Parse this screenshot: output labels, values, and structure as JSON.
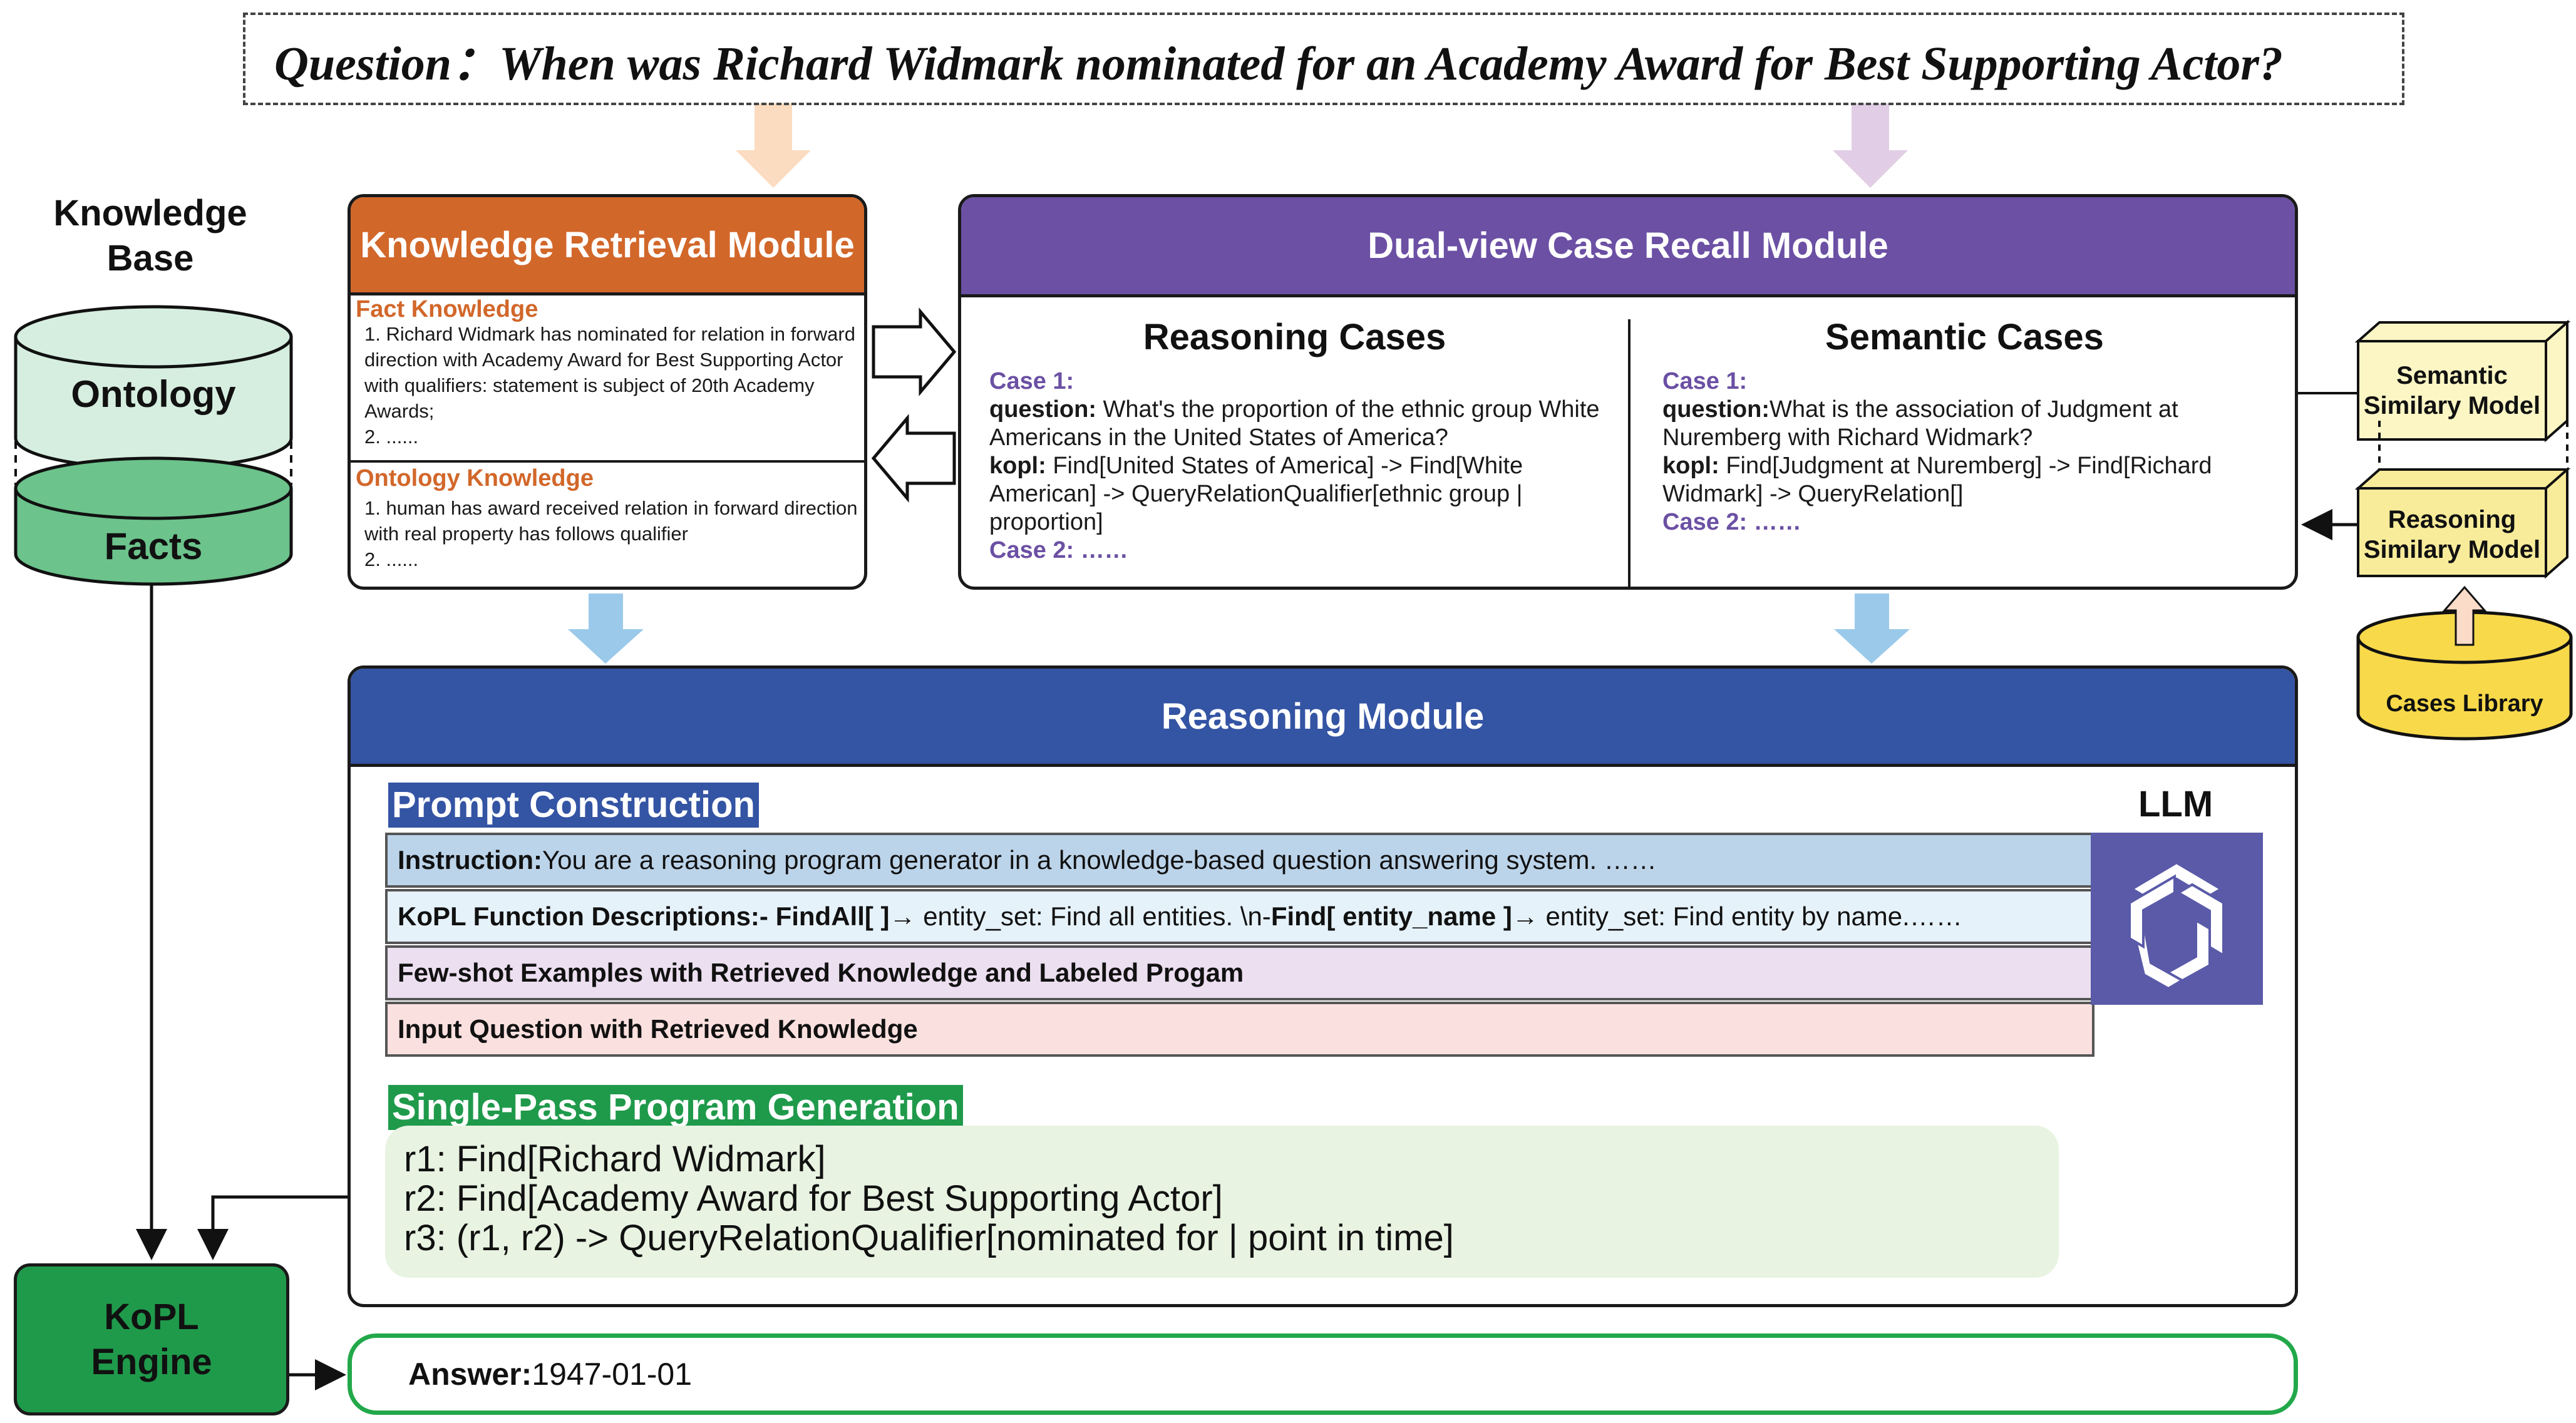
{
  "question": "Question：When was Richard Widmark nominated for an Academy Award for Best Supporting Actor?",
  "knowledge_base": {
    "title_line1": "Knowledge",
    "title_line2": "Base",
    "ontology": "Ontology",
    "facts": "Facts"
  },
  "knowledge_retrieval": {
    "title": "Knowledge Retrieval Module",
    "fact_title": "Fact Knowledge",
    "fact_1": "1. Richard Widmark has nominated for relation in forward direction with Academy Award for Best Supporting Actor with qualifiers: statement is subject of 20th Academy Awards;",
    "fact_2": "2. ......",
    "ontology_title": "Ontology Knowledge",
    "ontology_1": "1. human has award received relation in forward direction with real property has follows qualifier",
    "ontology_2": "2. ......"
  },
  "dual_view": {
    "title": "Dual-view Case Recall Module",
    "reasoning": {
      "title": "Reasoning Cases",
      "case1_label": "Case 1:",
      "question_label": "question:",
      "question_text": " What's the proportion of the ethnic group White Americans in the United States of America?",
      "kopl_label": "kopl:",
      "kopl_text": " Find[United States of America] -> Find[White American] -> QueryRelationQualifier[ethnic group | proportion]",
      "case2_label": "Case 2: ……"
    },
    "semantic": {
      "title": "Semantic Cases",
      "case1_label": "Case 1:",
      "question_label": "question:",
      "question_text": "What is the association of Judgment at Nuremberg with Richard Widmark?",
      "kopl_label": "kopl:",
      "kopl_text": " Find[Judgment at Nuremberg] -> Find[Richard Widmark] -> QueryRelation[]",
      "case2_label": "Case 2: ……"
    }
  },
  "side": {
    "semantic_model_line1": "Semantic",
    "semantic_model_line2": "Similary Model",
    "reasoning_model_line1": "Reasoning",
    "reasoning_model_line2": "Similary Model",
    "cases_library": "Cases Library"
  },
  "reasoning_module": {
    "title": "Reasoning Module",
    "prompt_construction": "Prompt Construction",
    "instruction_label": "Instruction:",
    "instruction_text": " You are a reasoning program generator in a knowledge-based question answering system. ……",
    "kopl_desc_label": "KoPL Function Descriptions:",
    "kopl_desc_part1": " - FindAll[ ]",
    "kopl_desc_part2": " → entity_set: Find all entities. \\n- ",
    "kopl_desc_part3": "Find[ entity_name ]",
    "kopl_desc_part4": " → entity_set: Find entity by name.……",
    "few_shot": "Few-shot Examples with Retrieved Knowledge and Labeled Progam",
    "input_question": "Input Question with Retrieved Knowledge",
    "single_pass": "Single-Pass Program Generation",
    "llm_label": "LLM",
    "program": [
      "r1: Find[Richard Widmark]",
      "r2: Find[Academy Award for Best Supporting Actor]",
      "r3: (r1, r2) -> QueryRelationQualifier[nominated for | point in time]"
    ]
  },
  "kopl_engine": {
    "line1": "KoPL",
    "line2": "Engine"
  },
  "answer": {
    "label": "Answer:",
    "value": " 1947-01-01"
  },
  "colors": {
    "knowledge_retrieval": "#d2672a",
    "dual_view": "#6b50a4",
    "reasoning": "#3454a4",
    "generation": "#1f9a4b",
    "ontology_fill": "#d6eedf",
    "facts_fill": "#6cc38c",
    "model_fill": "#fbf6c4",
    "library_fill": "#f8d94a",
    "instruction_row": "#bcd4ea",
    "kopl_row": "#e6f2fa",
    "few_shot_row": "#ecdff0",
    "input_row": "#fae0de"
  }
}
